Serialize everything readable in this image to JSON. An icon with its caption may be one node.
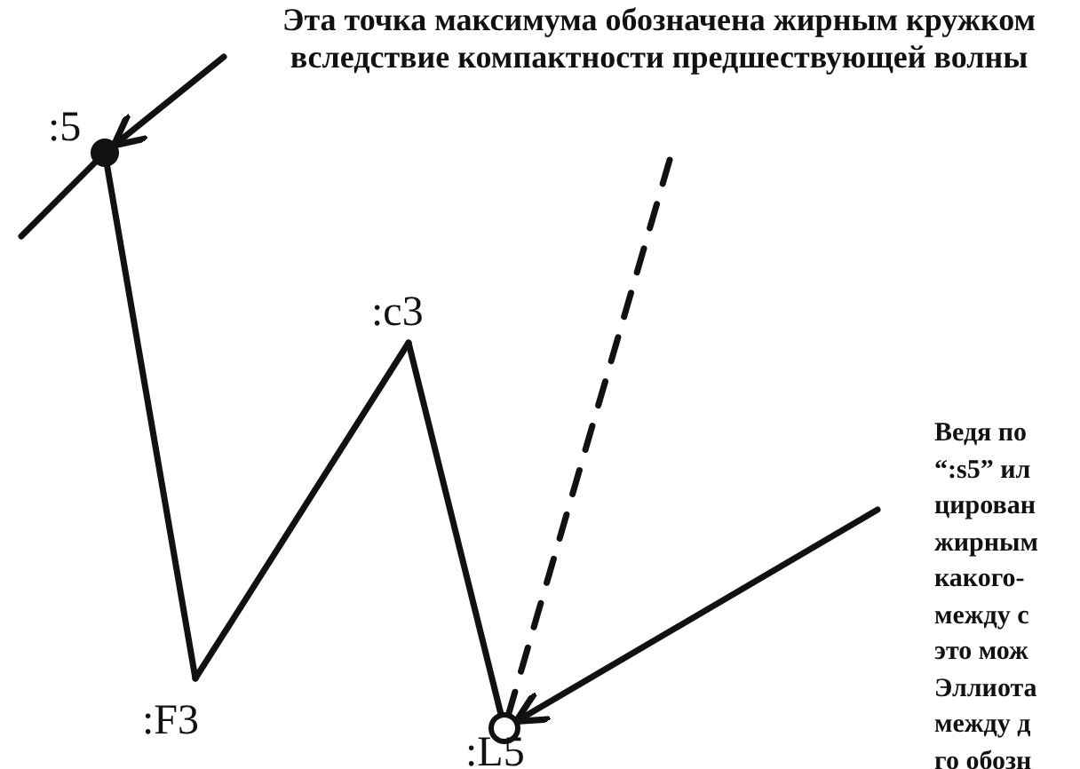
{
  "diagram": {
    "title": "Эта точка максимума обозначена жирным кружком вследствие компактности предшествующей волны",
    "nodes": [
      {
        "text": [],
        "shape": "dot",
        "beside": [
          ":5"
        ]
      },
      {
        "text": [
          ":F3"
        ]
      },
      {
        "text": [
          ":c3"
        ]
      },
      {
        "text": [],
        "shape": "circle",
        "beside": [
          ":L5"
        ]
      }
    ],
    "edges": [
      {
        "from": 0,
        "to": 1,
        "arrow": "none"
      },
      {
        "from": 1,
        "to": 2,
        "arrow": "none"
      },
      {
        "from": 2,
        "to": 3,
        "arrow": "none"
      },
      {
        "from": null,
        "to": 0,
        "arrow": "to"
      },
      {
        "from": 0,
        "to": null,
        "arrow": "none"
      },
      {
        "from": null,
        "to": 3,
        "arrow": "none",
        "style": "dashed"
      },
      {
        "from": null,
        "to": 3,
        "arrow": "to"
      }
    ],
    "labels": [
      "Ведя по",
      "“:s5” ил",
      "цирован",
      "жирным",
      "какого-",
      "между с",
      "это мож",
      "Эллиота",
      "между д",
      "го обозн"
    ]
  }
}
